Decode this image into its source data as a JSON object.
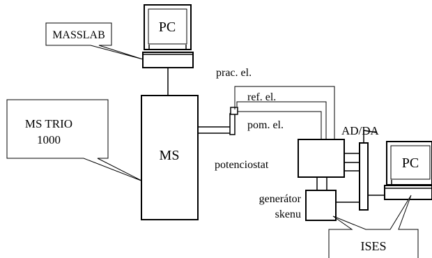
{
  "labels": {
    "masslab": "MASSLAB",
    "pc_top": "PC",
    "ms_trio_line1": "MS TRIO",
    "ms_trio_line2": "1000",
    "ms": "MS",
    "prac_el": "prac. el.",
    "ref_el": "ref. el.",
    "pom_el": "pom. el.",
    "ad_da": "AD/DA",
    "potenciostat": "potenciostat",
    "pc_right": "PC",
    "generator_line1": "generátor",
    "generator_line2": "skenu",
    "ises": "ISES"
  }
}
